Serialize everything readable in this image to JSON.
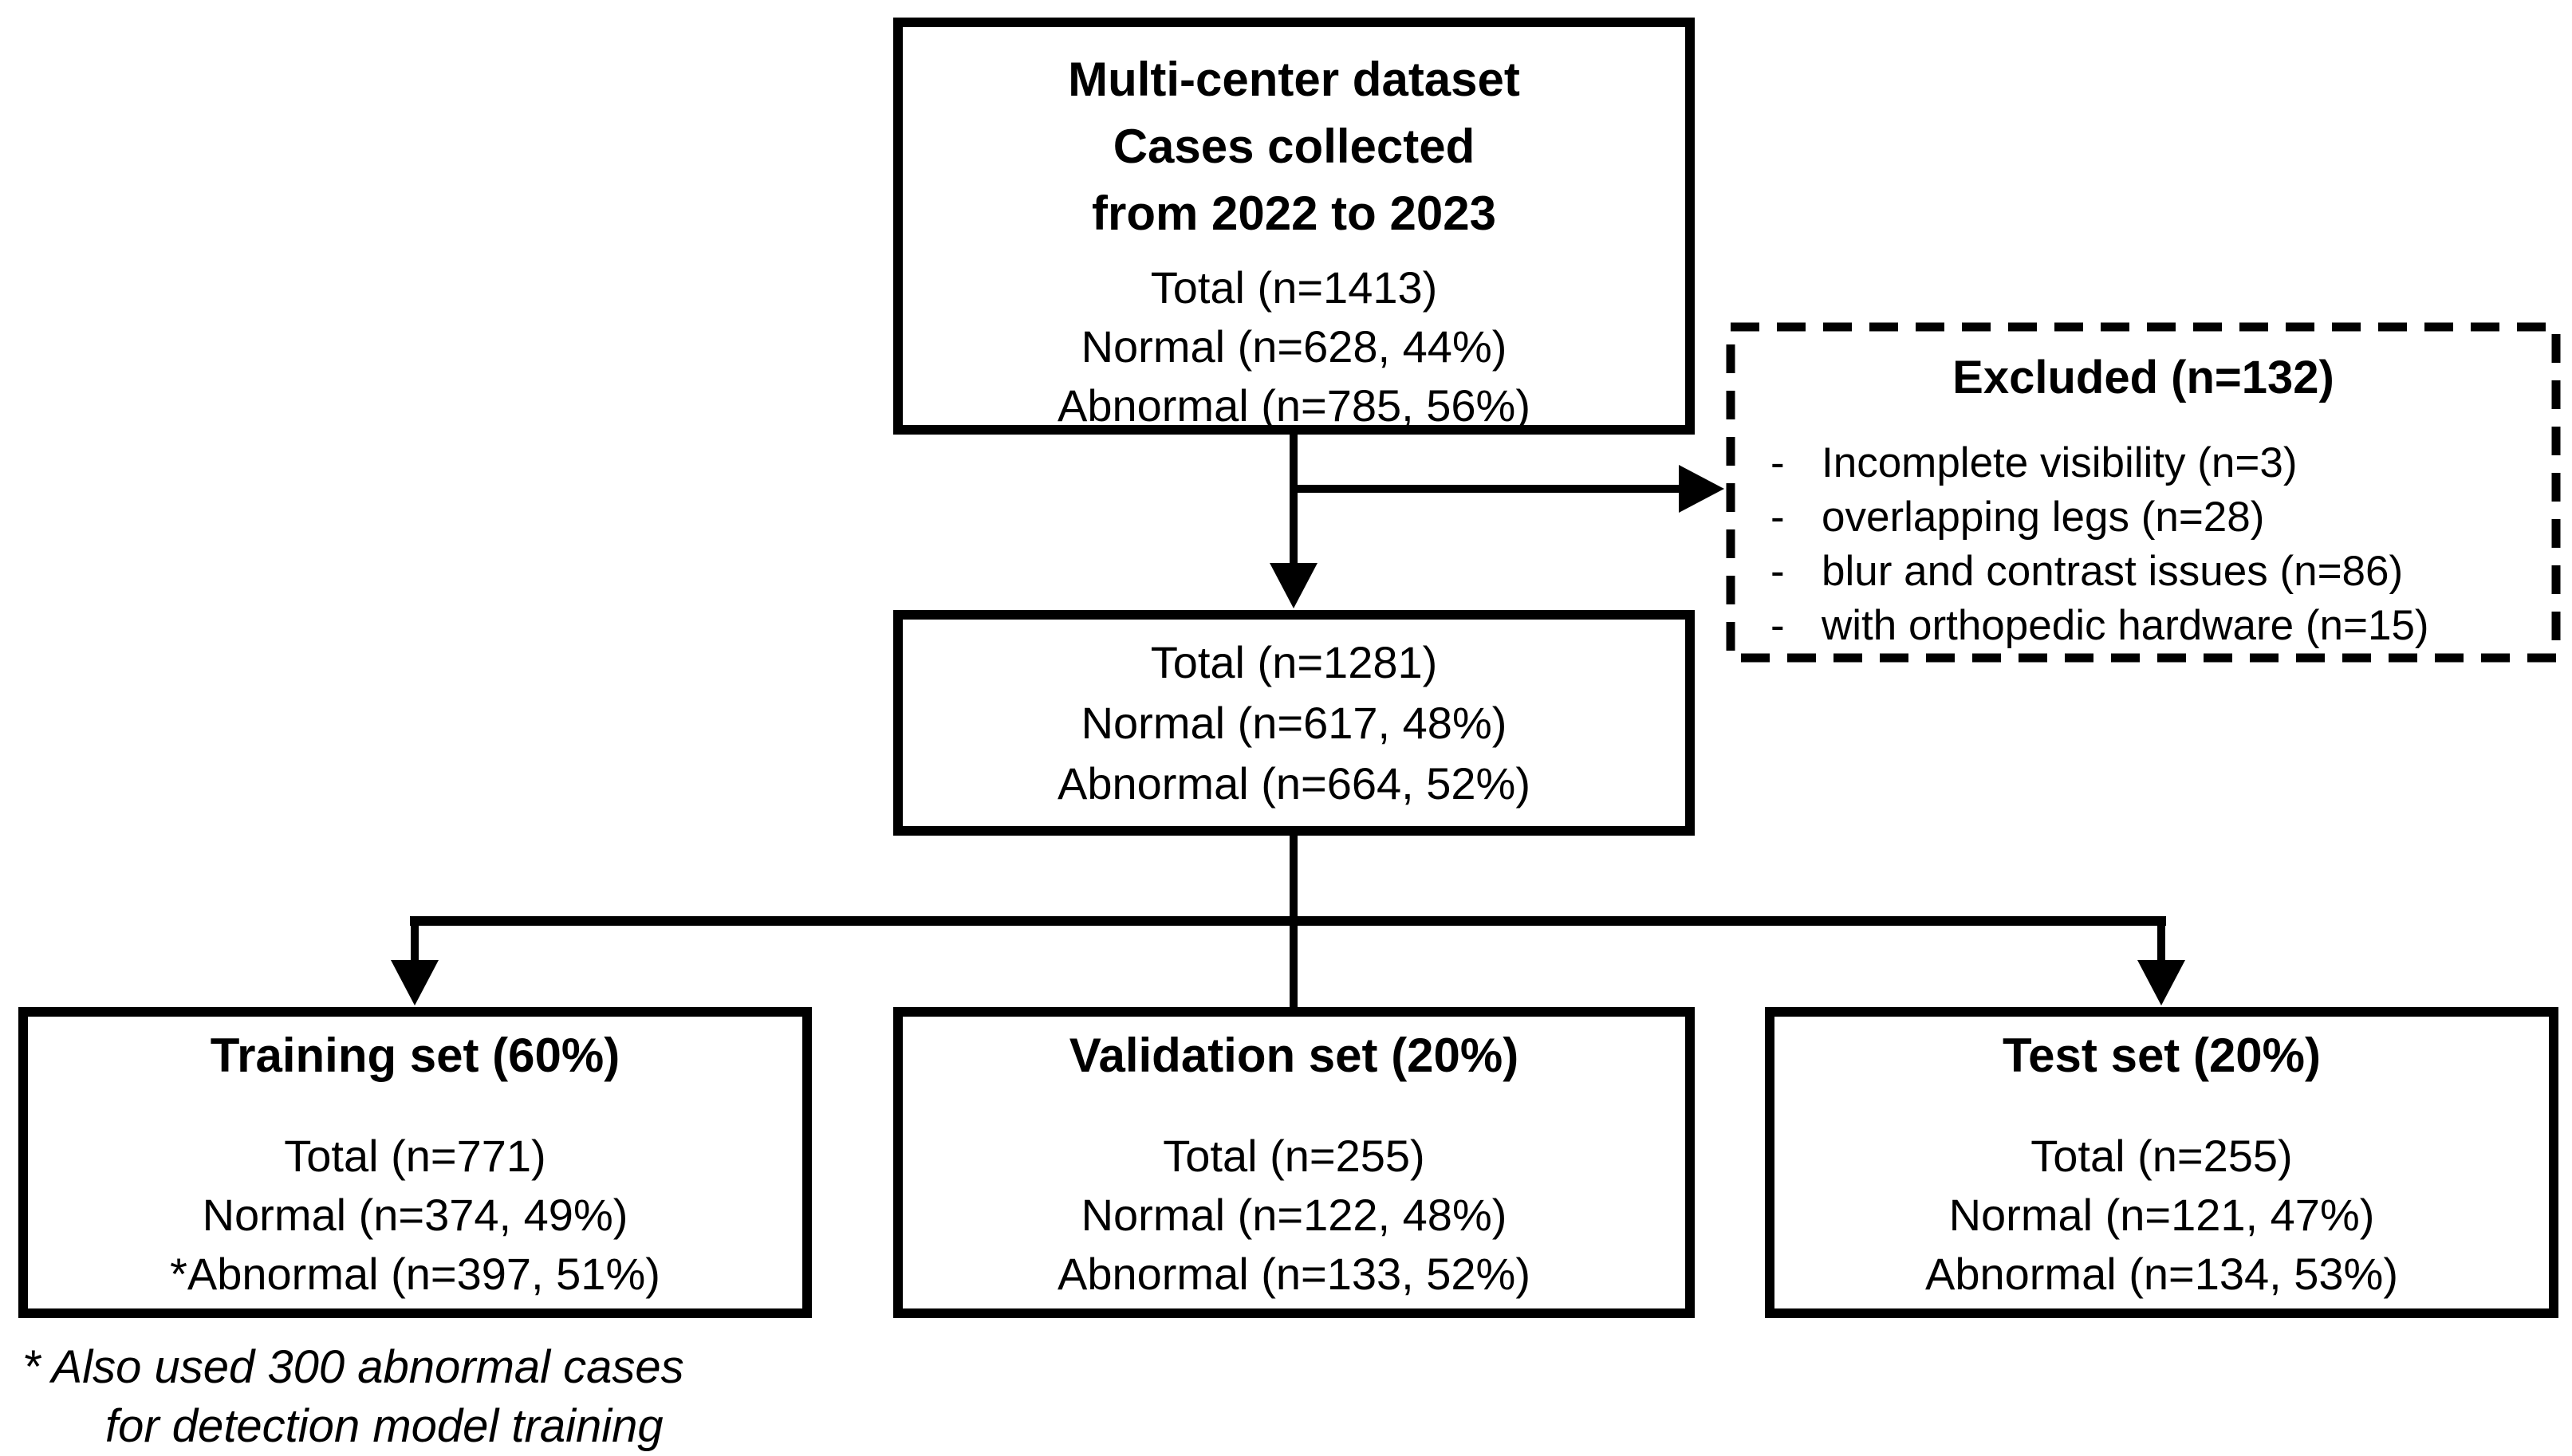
{
  "colors": {
    "line": "#000000",
    "background": "#ffffff",
    "text": "#000000"
  },
  "source_box": {
    "title_lines": [
      "Multi-center dataset",
      "Cases collected",
      "from 2022 to 2023"
    ],
    "stats": [
      "Total (n=1413)",
      "Normal (n=628, 44%)",
      "Abnormal (n=785, 56%)"
    ]
  },
  "excluded_box": {
    "title": "Excluded (n=132)",
    "bullet": "-",
    "items": [
      "Incomplete visibility (n=3)",
      "overlapping legs (n=28)",
      "blur and contrast issues (n=86)",
      "with orthopedic hardware (n=15)"
    ]
  },
  "filtered_box": {
    "stats": [
      "Total (n=1281)",
      "Normal (n=617, 48%)",
      "Abnormal (n=664, 52%)"
    ]
  },
  "training_box": {
    "title": "Training set (60%)",
    "stats": [
      "Total (n=771)",
      "Normal (n=374, 49%)",
      "*Abnormal (n=397, 51%)"
    ]
  },
  "validation_box": {
    "title": "Validation set (20%)",
    "stats": [
      "Total (n=255)",
      "Normal (n=122, 48%)",
      "Abnormal (n=133, 52%)"
    ]
  },
  "test_box": {
    "title": "Test set (20%)",
    "stats": [
      "Total (n=255)",
      "Normal (n=121, 47%)",
      "Abnormal (n=134, 53%)"
    ]
  },
  "footnote": {
    "lines": [
      "* Also used 300 abnormal cases",
      "for detection model training"
    ]
  }
}
